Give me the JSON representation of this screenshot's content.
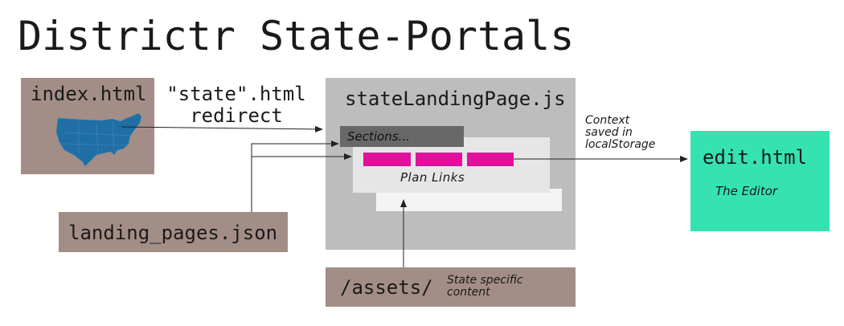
{
  "title": "Districtr State-Portals",
  "nodes": {
    "index": {
      "label": "index.html",
      "map_icon": "usa-map-icon",
      "color": "#a38e87"
    },
    "redirect": {
      "line1": "\"state\".html",
      "line2": "redirect"
    },
    "landing_page": {
      "label": "stateLandingPage.js",
      "color": "#bdbdbd"
    },
    "sections": {
      "label": "Sections..."
    },
    "plan_links": {
      "label": "Plan Links",
      "bar_color": "#e0119c"
    },
    "json": {
      "label": "landing_pages.json"
    },
    "assets": {
      "label": "/assets/",
      "note_line1": "State specific",
      "note_line2": "content"
    },
    "context": {
      "line1": "Context",
      "line2": "saved in",
      "line3": "localStorage"
    },
    "edit": {
      "label": "edit.html",
      "sublabel": "The Editor",
      "color": "#36e3b0"
    }
  }
}
